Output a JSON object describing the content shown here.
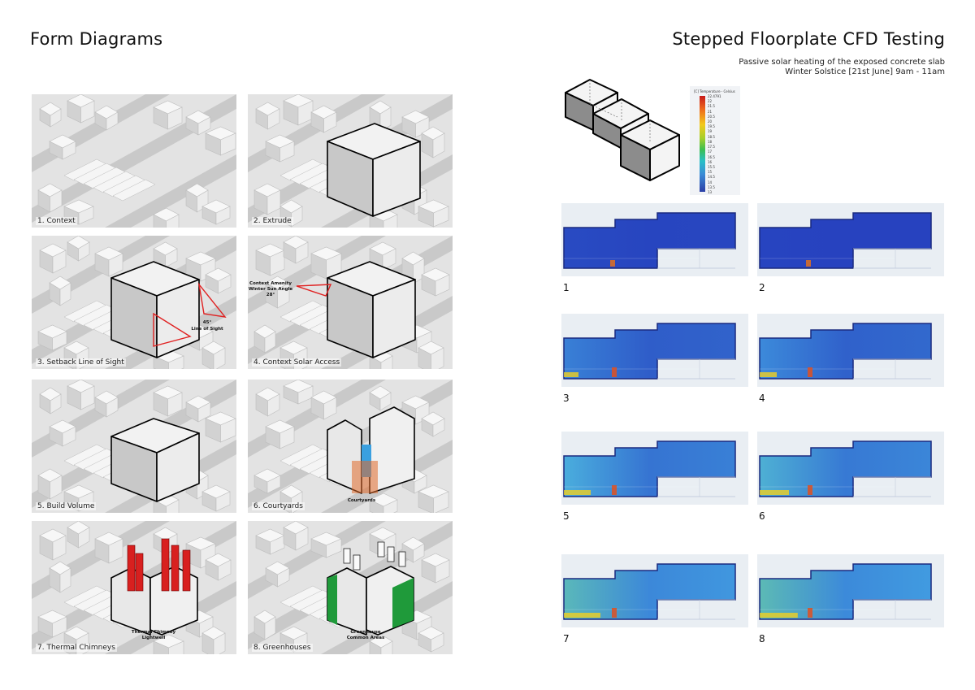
{
  "left_heading": "Form Diagrams",
  "right_heading": "Stepped Floorplate CFD Testing",
  "subtitle_line1": "Passive solar heating of the exposed concrete slab",
  "subtitle_line2": "Winter Solstice [21st June] 9am - 11am",
  "diagrams": [
    {
      "caption": "1. Context"
    },
    {
      "caption": "2. Extrude"
    },
    {
      "caption": "3. Setback Line of Sight",
      "annotation1": "45°",
      "annotation2": "Line of Sight"
    },
    {
      "caption": "4. Context Solar Access",
      "annotation1": "Context Amenity",
      "annotation2": "Winter Sun Angle 28°"
    },
    {
      "caption": "5. Build Volume"
    },
    {
      "caption": "6. Courtyards",
      "annotation1": "Courtyards"
    },
    {
      "caption": "7. Thermal Chimneys",
      "annotation1": "Thermal Chimney",
      "annotation2": "Lightwell"
    },
    {
      "caption": "8. Greenhouses",
      "annotation1": "Greenhouse",
      "annotation2": "Common Areas"
    }
  ],
  "legend": {
    "title": "[C] Temperature - Celsius",
    "ticks": [
      "22.4791",
      "22",
      "21.5",
      "21",
      "20.5",
      "20",
      "19.5",
      "19",
      "18.5",
      "18",
      "17.5",
      "17",
      "16.5",
      "16",
      "15.5",
      "15",
      "14.5",
      "14",
      "13.5",
      "13"
    ]
  },
  "cfd_frames": [
    {
      "label": "1",
      "warmth": 0.05
    },
    {
      "label": "2",
      "warmth": 0.02
    },
    {
      "label": "3",
      "warmth": 0.3
    },
    {
      "label": "4",
      "warmth": 0.35
    },
    {
      "label": "5",
      "warmth": 0.55
    },
    {
      "label": "6",
      "warmth": 0.6
    },
    {
      "label": "7",
      "warmth": 0.75
    },
    {
      "label": "8",
      "warmth": 0.78
    }
  ],
  "colors": {
    "chimney_red": "#d8201f",
    "greenhouse_green": "#1f9a3a",
    "sightline_red": "#e02020",
    "courtyard_orange": "#e06a2a",
    "courtyard_blue": "#3aa0e0"
  }
}
